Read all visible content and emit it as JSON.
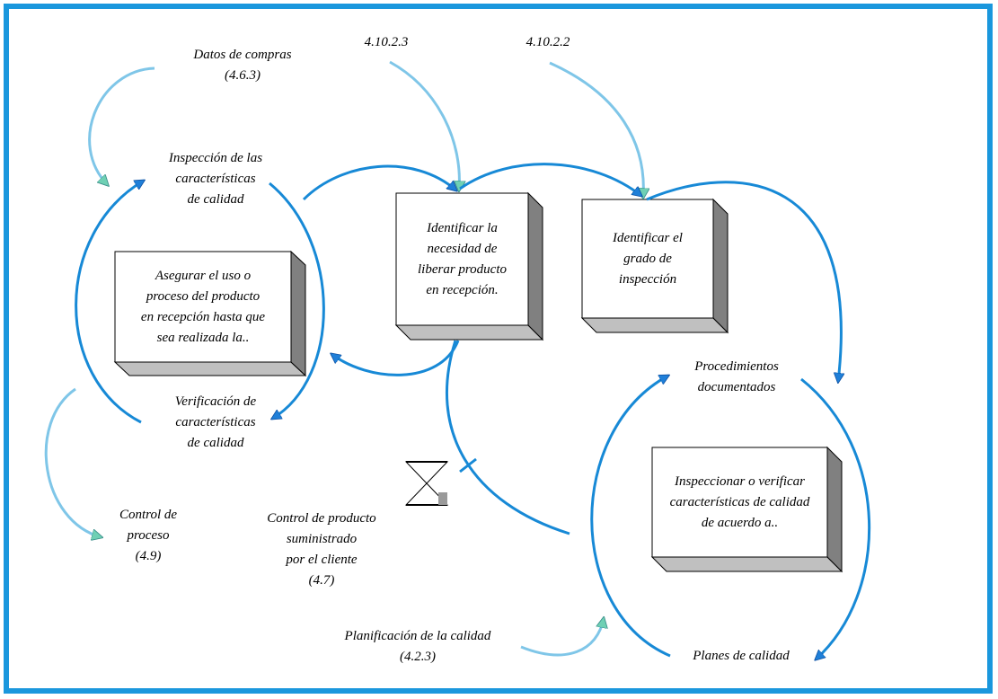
{
  "colors": {
    "frame": "#1a97dd",
    "flow_dark": "#1789d6",
    "flow_light": "#7fc6e8",
    "arrow_head_dark": "#1f7fd8",
    "arrow_head_light": "#6fd0b4",
    "box_face": "#ffffff",
    "box_side": "#808080",
    "box_bottom": "#c0c0c0"
  },
  "boxes": {
    "assure_use": "Asegurar el uso o\nproceso del producto\nen recepción hasta que\nsea realizada la..",
    "identify_release": "Identificar la\nnecesidad de\nliberar producto\nen recepción.",
    "identify_degree": "Identificar el\ngrado de\ninspección",
    "inspect_verify": "Inspeccionar o verificar\ncaracterísticas de calidad\nde acuerdo a.."
  },
  "labels": {
    "purchase_data": "Datos de compras\n(4.6.3)",
    "ref_4_10_2_3": "4.10.2.3",
    "ref_4_10_2_2": "4.10.2.2",
    "inspection_characteristics": "Inspección de las\ncaracterísticas\nde calidad",
    "verification_characteristics": "Verificación de\ncaracterísticas\nde calidad",
    "process_control": "Control de\nproceso\n(4.9)",
    "customer_product_control": "Control de producto\nsuministrado\npor el cliente\n(4.7)",
    "documented_procedures": "Procedimientos\ndocumentados",
    "quality_planning": "Planificación de la calidad\n(4.2.3)",
    "quality_plans": "Planes de calidad"
  },
  "icons": {
    "timer": "hourglass-icon"
  }
}
